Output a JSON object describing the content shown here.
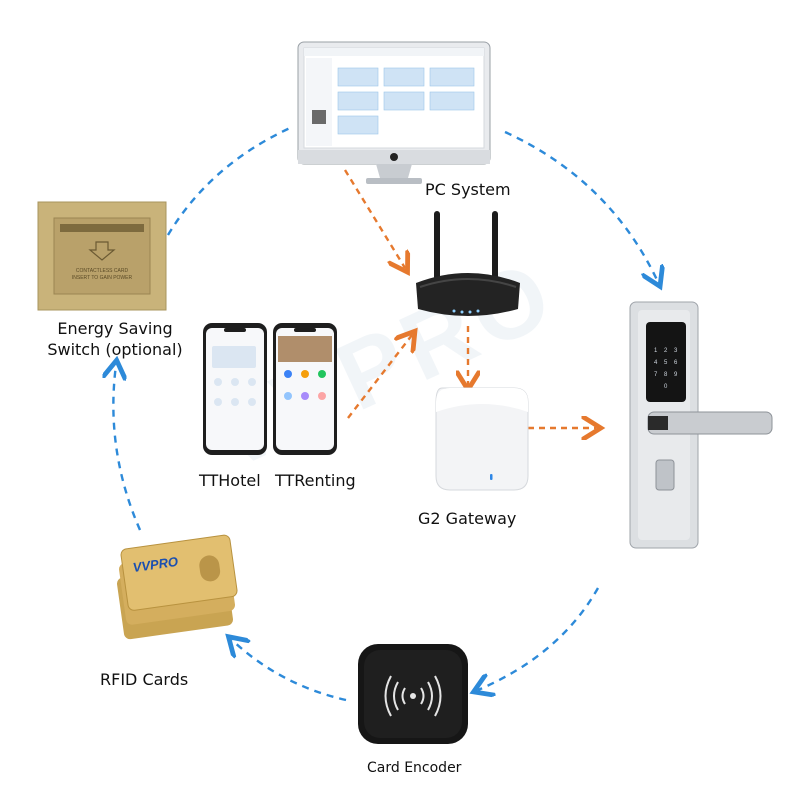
{
  "watermark": "VVPRO",
  "colors": {
    "wireless_link": "#2d8ad9",
    "network_link": "#e6792e",
    "card_gold": "#d9b86a",
    "switch_gold": "#c9b37a"
  },
  "nodes": {
    "pc": {
      "label": "PC System",
      "icon": "desktop-monitor-icon"
    },
    "router": {
      "label": "",
      "icon": "wifi-router-icon"
    },
    "gateway": {
      "label": "G2 Gateway",
      "icon": "gateway-icon"
    },
    "lock": {
      "label": "",
      "icon": "door-lock-icon"
    },
    "encoder": {
      "label": "Card Encoder",
      "icon": "card-encoder-icon"
    },
    "cards": {
      "label": "RFID Cards",
      "icon": "rfid-card-icon",
      "brand": "VVPRO"
    },
    "switch": {
      "label_line1": "Energy Saving",
      "label_line2": "Switch (optional)",
      "icon": "energy-switch-icon",
      "caption_line1": "CONTACTLESS CARD",
      "caption_line2": "INSERT TO GAIN POWER"
    },
    "app1": {
      "label": "TTHotel",
      "icon": "phone-icon"
    },
    "app2": {
      "label": "TTRenting",
      "icon": "phone-icon"
    }
  }
}
